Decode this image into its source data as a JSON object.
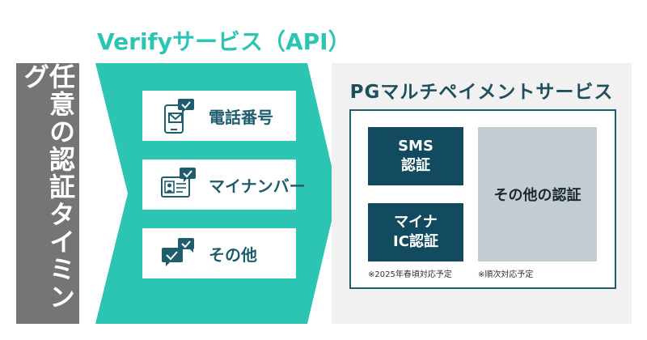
{
  "left_bar": {
    "label": "任意の認証タイミング"
  },
  "verify": {
    "title": "Verifyサービス（API）",
    "items": [
      {
        "label": "電話番号",
        "icon": "phone-message-icon"
      },
      {
        "label": "マイナンバー",
        "icon": "id-card-icon"
      },
      {
        "label": "その他",
        "icon": "chat-bubbles-icon"
      }
    ]
  },
  "pg": {
    "title": "PGマルチペイメントサービス",
    "sms": {
      "line1": "SMS",
      "line2": "認証"
    },
    "myna": {
      "line1": "マイナ",
      "line2": "IC認証"
    },
    "other": {
      "label": "その他の認証"
    },
    "note_myna": "※2025年春頃対応予定",
    "note_other": "※順次対応予定"
  },
  "colors": {
    "teal": "#2cc5b3",
    "navy": "#124b5f",
    "gray_bar": "#757575",
    "panel_bg": "#f1f1f1",
    "box_gray": "#c3cdd1"
  }
}
